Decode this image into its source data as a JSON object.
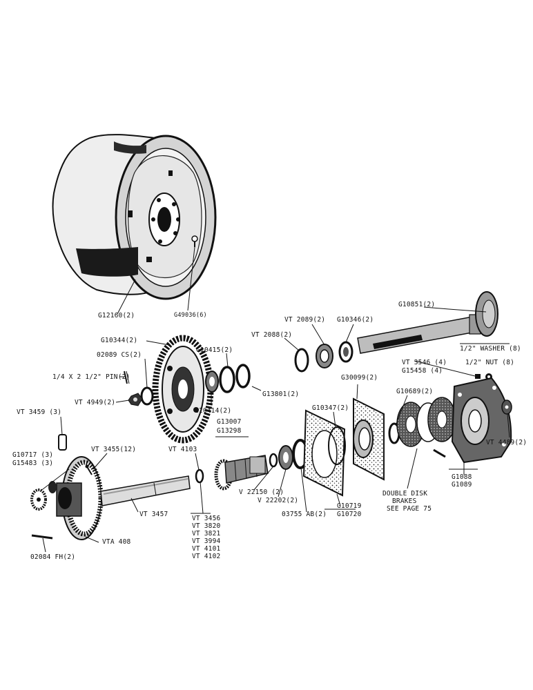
{
  "labels": {
    "wheel": "G12160(2)",
    "wheel_bolt": "G49036(6)",
    "axle": "G10851(2)",
    "vt2089": "VT 2089(2)",
    "g10346": "G10346(2)",
    "vt2088": "VT 2088(2)",
    "washer": "1/2\" WASHER (8)",
    "nut": "1/2\" NUT (8)",
    "vt3546": "VT 3546 (4)",
    "g15458": "G15458 (4)",
    "g10344": "G10344(2)",
    "g10415": "G10415(2)",
    "g02089cs": "02089 CS(2)",
    "pin": "1/4 X 2 1/2\" PIN(2)",
    "vt4949": "VT 4949(2)",
    "g10414": "G10414(2)",
    "g13801": "G13801(2)",
    "g13007": "G13007",
    "g13298": "G13298",
    "g30099": "G30099(2)",
    "g10347": "G10347(2)",
    "g10689": "G10689(2)",
    "vt3459": "VT 3459 (3)",
    "vt3455": "VT 3455(12)",
    "vt4103": "VT 4103",
    "g10717": "G10717 (3)",
    "g15483": "G15483 (3)",
    "vt3457": "VT 3457",
    "v22150": "V 22150 (2)",
    "v22202": "V 22202(2)",
    "g03755": "03755 AB(2)",
    "g10719": "G10719",
    "g10720": "G10720",
    "brakes_1": "DOUBLE DISK",
    "brakes_2": "BRAKES",
    "brakes_3": "SEE PAGE 75",
    "g1088": "G1088",
    "g1089": "G1089",
    "vt4489": "VT 4489(2)",
    "vta408": "VTA 408",
    "g02084": "02084 FH(2)",
    "vt_shims": [
      "VT 3456",
      "VT 3820",
      "VT 3821",
      "VT 3994",
      "VT 4101",
      "VT 4102"
    ]
  }
}
